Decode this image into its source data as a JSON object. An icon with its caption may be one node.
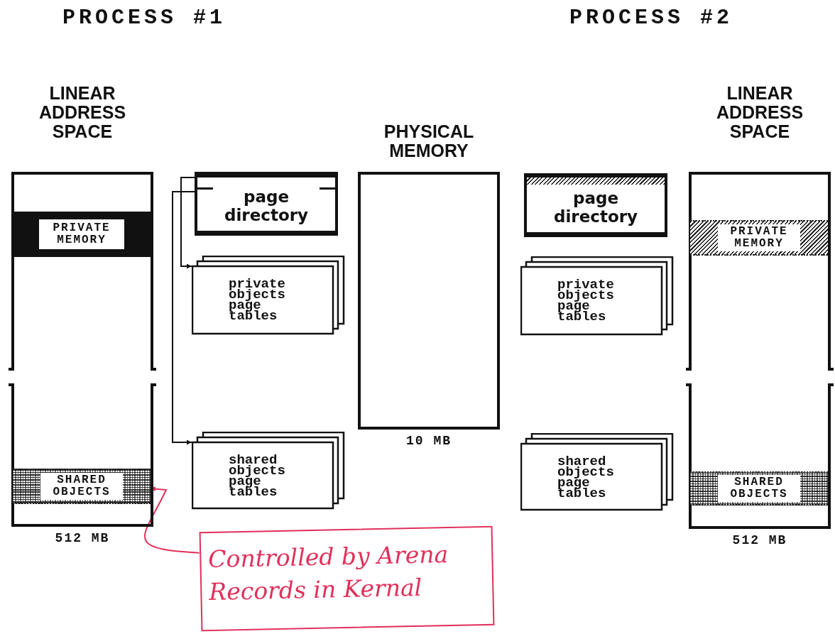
{
  "diagram": {
    "nodes": [
      {
        "text": [
          "LINEAR ADDRESS SPACE"
        ],
        "beside": [
          "512 MB"
        ]
      },
      {
        "text": [
          "PRIVATE MEMORY"
        ],
        "in": 0
      },
      {
        "text": [
          "SHARED OBJECTS"
        ],
        "in": 0
      },
      {
        "text": [
          "page directory"
        ]
      },
      {
        "text": [
          "private objects page tables"
        ]
      },
      {
        "text": [
          "shared objects page tables"
        ]
      },
      {
        "text": [
          "PHYSICAL MEMORY"
        ],
        "beside": [
          "10 MB"
        ]
      },
      {
        "text": [
          "page directory"
        ]
      },
      {
        "text": [
          "private objects page tables"
        ]
      },
      {
        "text": [
          "shared objects page tables"
        ]
      },
      {
        "text": [
          "LINEAR ADDRESS SPACE"
        ],
        "beside": [
          "512 MB"
        ]
      },
      {
        "text": [
          "PRIVATE MEMORY"
        ],
        "in": 10
      },
      {
        "text": [
          "SHARED OBJECTS"
        ],
        "in": 10
      },
      {
        "text": [
          "Controlled by Arena Records in Kernal"
        ]
      }
    ],
    "edges": [
      {
        "from": 3,
        "to": 4,
        "arrow": "to"
      },
      {
        "from": 3,
        "to": 5,
        "arrow": "to"
      },
      {
        "from": 13,
        "to": 2,
        "arrow": "to",
        "color": "#e0305a"
      }
    ],
    "labels": [
      "PROCESS #1",
      "PROCESS #2"
    ]
  }
}
